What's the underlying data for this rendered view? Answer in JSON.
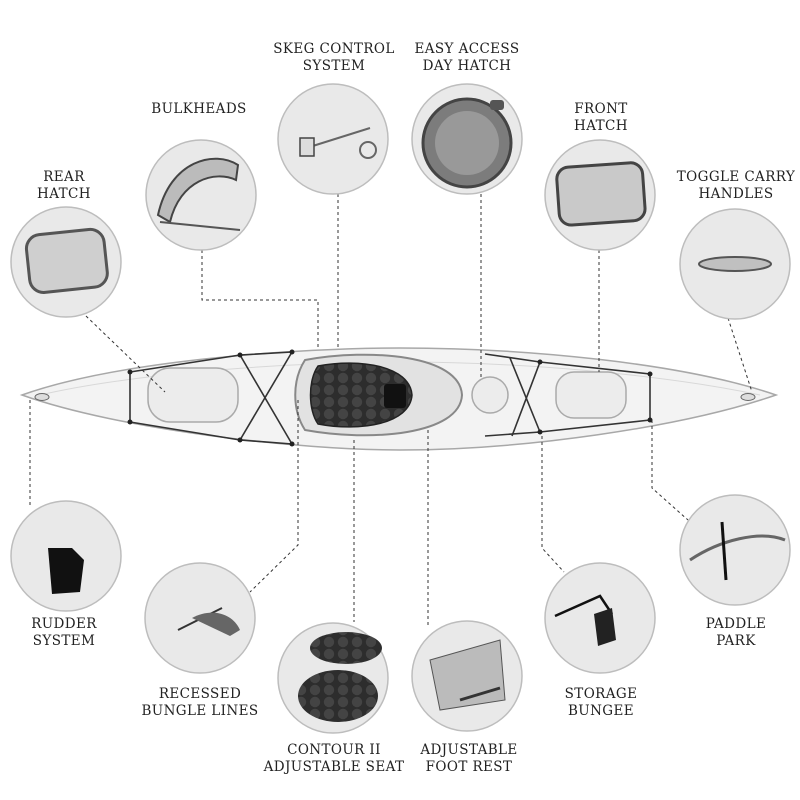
{
  "labels": {
    "skeg_control": {
      "line1": "SKEG CONTROL",
      "line2": "SYSTEM"
    },
    "easy_access": {
      "line1": "EASY ACCESS",
      "line2": "DAY HATCH"
    },
    "bulkheads": {
      "line1": "BULKHEADS"
    },
    "front_hatch": {
      "line1": "FRONT",
      "line2": "HATCH"
    },
    "rear_hatch": {
      "line1": "REAR",
      "line2": "HATCH"
    },
    "toggle_carry": {
      "line1": "TOGGLE CARRY",
      "line2": "HANDLES"
    },
    "rudder": {
      "line1": "RUDDER",
      "line2": "SYSTEM"
    },
    "recessed_bungee": {
      "line1": "RECESSED",
      "line2": "BUNGLE LINES"
    },
    "contour_seat": {
      "line1": "CONTOUR II",
      "line2": "ADJUSTABLE SEAT"
    },
    "foot_rest": {
      "line1": "ADJUSTABLE",
      "line2": "FOOT REST"
    },
    "storage_bungee": {
      "line1": "STORAGE",
      "line2": "BUNGEE"
    },
    "paddle_park": {
      "line1": "PADDLE",
      "line2": "PARK"
    }
  },
  "colors": {
    "hull": "#f4f4f4",
    "outline": "#9a9a9a",
    "detail": "#333333",
    "leader": "#333333"
  }
}
